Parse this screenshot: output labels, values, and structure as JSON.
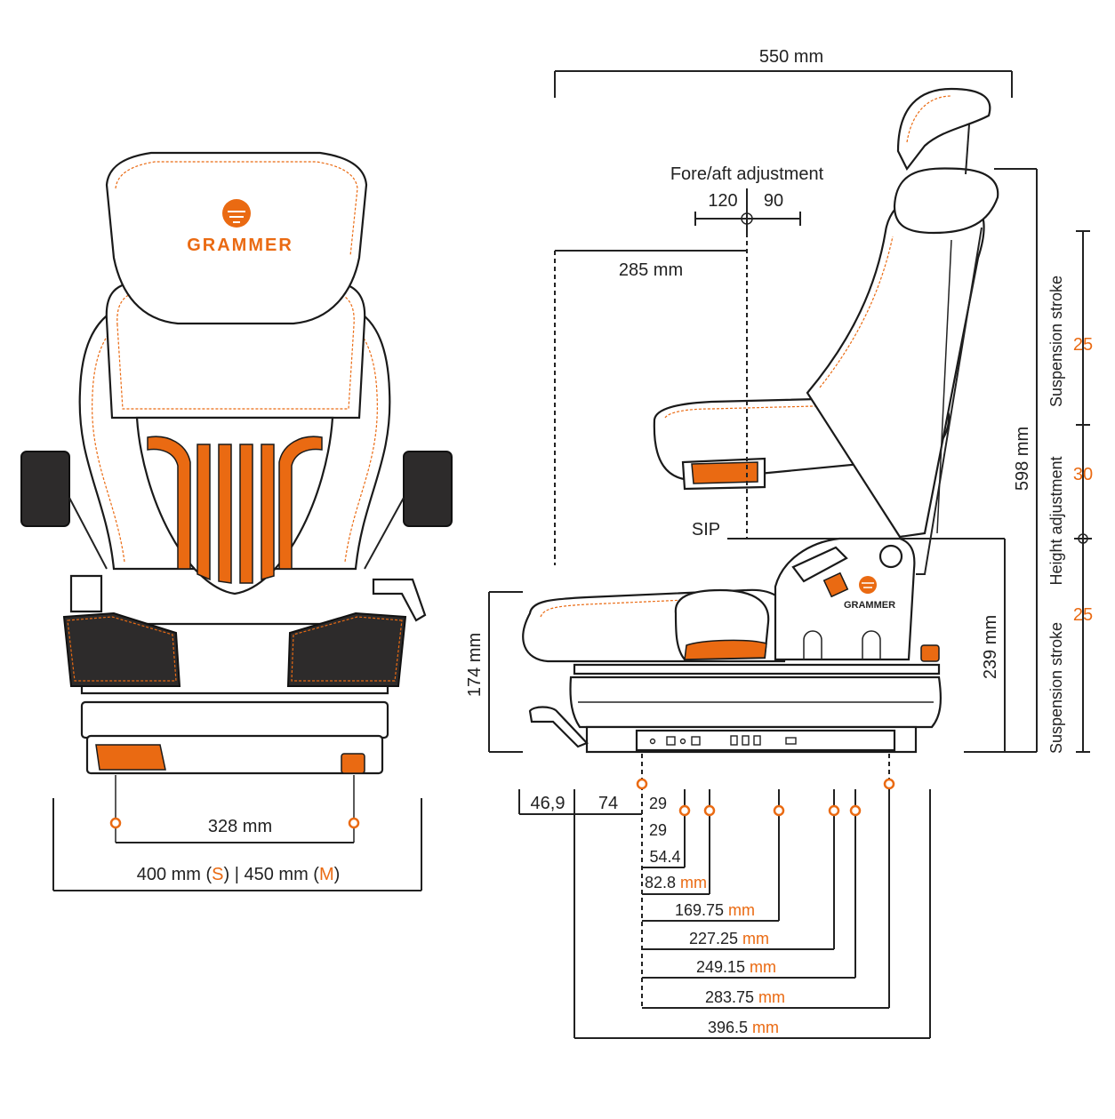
{
  "brand": {
    "name": "GRAMMER",
    "accent_color": "#ea6a12",
    "line_color": "#1a1a1a",
    "pad_color": "#2d2b2b"
  },
  "front_view": {
    "caster_spacing": "328 mm",
    "width_prefix": "400 mm (",
    "width_size_s": "S",
    "width_separator": ") | 450 mm (",
    "width_size_m": "M",
    "width_suffix": ")"
  },
  "side_view": {
    "overall_depth": "550 mm",
    "fore_aft_title": "Fore/aft adjustment",
    "fore_aft_forward": "120",
    "fore_aft_back": "90",
    "sip_horizontal": "285 mm",
    "sip_label": "SIP",
    "overall_height": "598 mm",
    "sip_height": "239 mm",
    "base_height": "174 mm",
    "suspension_stroke_label_top": "Suspension stroke",
    "suspension_stroke_top_value": "25",
    "height_adjustment_label": "Height adjustment",
    "height_adjustment_value": "30",
    "suspension_stroke_label_bottom": "Suspension stroke",
    "suspension_stroke_bottom_value": "25"
  },
  "mounting_dims": {
    "offset_a": "46,9",
    "offset_b": "74",
    "steps": [
      "29",
      "29",
      "54.4"
    ],
    "unit": "mm",
    "rows": [
      "82.8",
      "169.75",
      "227.25",
      "249.15",
      "283.75",
      "396.5"
    ]
  }
}
